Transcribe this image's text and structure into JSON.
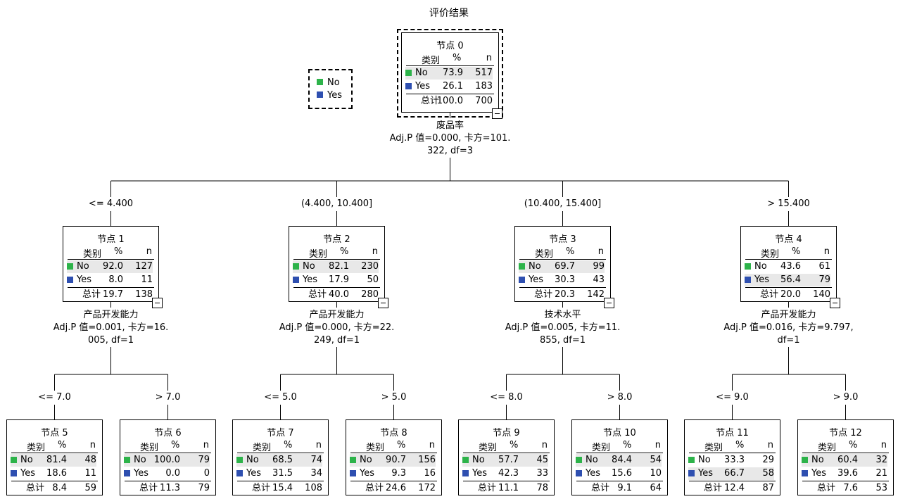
{
  "title": "评价结果",
  "colors": {
    "no": "#2db34a",
    "yes": "#2e4fb0"
  },
  "legend": [
    {
      "label": "No",
      "color": "#2db34a"
    },
    {
      "label": "Yes",
      "color": "#2e4fb0"
    }
  ],
  "headers": {
    "category": "类别",
    "percent": "%",
    "n": "n"
  },
  "total_label": "总计",
  "nodes": [
    {
      "id": 0,
      "title": "节点 0",
      "rows": [
        [
          "No",
          "73.9",
          "517"
        ],
        [
          "Yes",
          "26.1",
          "183"
        ]
      ],
      "total": [
        "100.0",
        "700"
      ],
      "highlight": 0
    },
    {
      "id": 1,
      "title": "节点 1",
      "rows": [
        [
          "No",
          "92.0",
          "127"
        ],
        [
          "Yes",
          "8.0",
          "11"
        ]
      ],
      "total": [
        "19.7",
        "138"
      ],
      "highlight": 0
    },
    {
      "id": 2,
      "title": "节点 2",
      "rows": [
        [
          "No",
          "82.1",
          "230"
        ],
        [
          "Yes",
          "17.9",
          "50"
        ]
      ],
      "total": [
        "40.0",
        "280"
      ],
      "highlight": 0
    },
    {
      "id": 3,
      "title": "节点 3",
      "rows": [
        [
          "No",
          "69.7",
          "99"
        ],
        [
          "Yes",
          "30.3",
          "43"
        ]
      ],
      "total": [
        "20.3",
        "142"
      ],
      "highlight": 0
    },
    {
      "id": 4,
      "title": "节点 4",
      "rows": [
        [
          "No",
          "43.6",
          "61"
        ],
        [
          "Yes",
          "56.4",
          "79"
        ]
      ],
      "total": [
        "20.0",
        "140"
      ],
      "highlight": 1
    },
    {
      "id": 5,
      "title": "节点 5",
      "rows": [
        [
          "No",
          "81.4",
          "48"
        ],
        [
          "Yes",
          "18.6",
          "11"
        ]
      ],
      "total": [
        "8.4",
        "59"
      ],
      "highlight": 0
    },
    {
      "id": 6,
      "title": "节点 6",
      "rows": [
        [
          "No",
          "100.0",
          "79"
        ],
        [
          "Yes",
          "0.0",
          "0"
        ]
      ],
      "total": [
        "11.3",
        "79"
      ],
      "highlight": 0
    },
    {
      "id": 7,
      "title": "节点 7",
      "rows": [
        [
          "No",
          "68.5",
          "74"
        ],
        [
          "Yes",
          "31.5",
          "34"
        ]
      ],
      "total": [
        "15.4",
        "108"
      ],
      "highlight": 0
    },
    {
      "id": 8,
      "title": "节点 8",
      "rows": [
        [
          "No",
          "90.7",
          "156"
        ],
        [
          "Yes",
          "9.3",
          "16"
        ]
      ],
      "total": [
        "24.6",
        "172"
      ],
      "highlight": 0
    },
    {
      "id": 9,
      "title": "节点 9",
      "rows": [
        [
          "No",
          "57.7",
          "45"
        ],
        [
          "Yes",
          "42.3",
          "33"
        ]
      ],
      "total": [
        "11.1",
        "78"
      ],
      "highlight": 0
    },
    {
      "id": 10,
      "title": "节点 10",
      "rows": [
        [
          "No",
          "84.4",
          "54"
        ],
        [
          "Yes",
          "15.6",
          "10"
        ]
      ],
      "total": [
        "9.1",
        "64"
      ],
      "highlight": 0
    },
    {
      "id": 11,
      "title": "节点 11",
      "rows": [
        [
          "No",
          "33.3",
          "29"
        ],
        [
          "Yes",
          "66.7",
          "58"
        ]
      ],
      "total": [
        "12.4",
        "87"
      ],
      "highlight": 1
    },
    {
      "id": 12,
      "title": "节点 12",
      "rows": [
        [
          "No",
          "60.4",
          "32"
        ],
        [
          "Yes",
          "39.6",
          "21"
        ]
      ],
      "total": [
        "7.6",
        "53"
      ],
      "highlight": 0
    }
  ],
  "splits": [
    {
      "parent": 0,
      "lines": [
        "废品率",
        "Adj.P 值=0.000, 卡方=101.",
        "322, df=3"
      ]
    },
    {
      "parent": 1,
      "lines": [
        "产品开发能力",
        "Adj.P 值=0.001, 卡方=16.",
        "005, df=1"
      ]
    },
    {
      "parent": 2,
      "lines": [
        "产品开发能力",
        "Adj.P 值=0.000, 卡方=22.",
        "249, df=1"
      ]
    },
    {
      "parent": 3,
      "lines": [
        "技术水平",
        "Adj.P 值=0.005, 卡方=11.",
        "855, df=1"
      ]
    },
    {
      "parent": 4,
      "lines": [
        "产品开发能力",
        "Adj.P 值=0.016, 卡方=9.797,",
        "df=1"
      ]
    }
  ],
  "edges": [
    {
      "child": 1,
      "label": "<= 4.400"
    },
    {
      "child": 2,
      "label": "(4.400, 10.400]"
    },
    {
      "child": 3,
      "label": "(10.400, 15.400]"
    },
    {
      "child": 4,
      "label": "> 15.400"
    },
    {
      "child": 5,
      "label": "<= 7.0"
    },
    {
      "child": 6,
      "label": "> 7.0"
    },
    {
      "child": 7,
      "label": "<= 5.0"
    },
    {
      "child": 8,
      "label": "> 5.0"
    },
    {
      "child": 9,
      "label": "<= 8.0"
    },
    {
      "child": 10,
      "label": "> 8.0"
    },
    {
      "child": 11,
      "label": "<= 9.0"
    },
    {
      "child": 12,
      "label": "> 9.0"
    }
  ]
}
